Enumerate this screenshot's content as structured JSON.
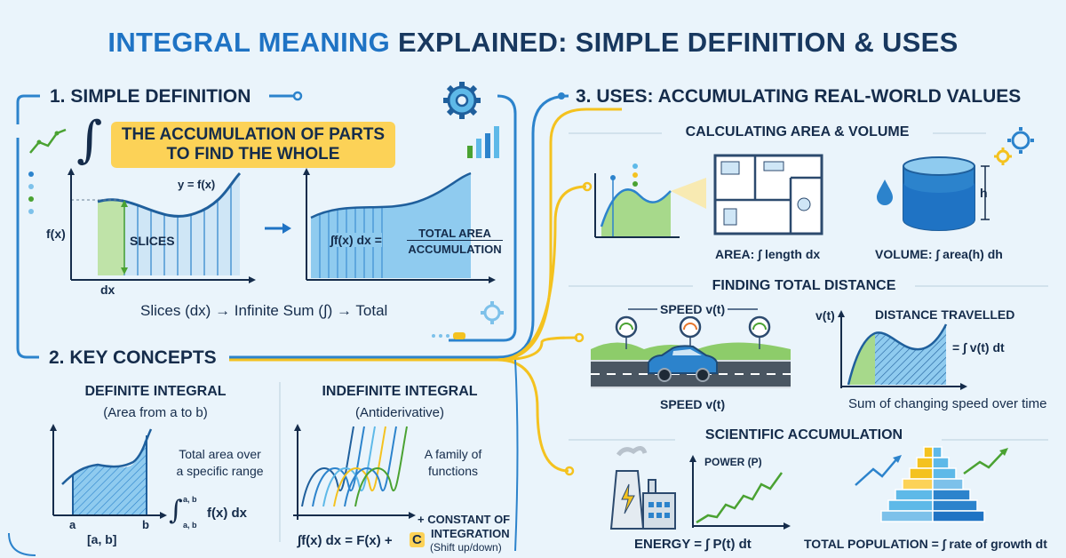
{
  "title": {
    "part1": "INTEGRAL MEANING",
    "part2": "EXPLAINED: SIMPLE DEFINITION & USES"
  },
  "section1": {
    "heading": "1. SIMPLE DEFINITION",
    "highlight_line1": "THE ACCUMULATION OF PARTS",
    "highlight_line2": "TO FIND THE WHOLE",
    "curve_label": "y = f(x)",
    "fx_label": "f(x)",
    "slices_label": "SLICES",
    "dx_label": "dx",
    "integral_expr": "∫f(x) dx =",
    "total_area": "TOTAL AREA",
    "accumulation": "ACCUMULATION",
    "flow": "Slices (dx) → Infinite Sum (∫) → Total"
  },
  "section2": {
    "heading": "2. KEY CONCEPTS",
    "definite": {
      "title": "DEFINITE INTEGRAL",
      "subtitle": "(Area from a to b)",
      "desc_line1": "Total area over",
      "desc_line2": "a specific range",
      "a": "a",
      "b": "b",
      "interval": "[a, b]",
      "upper": "a, b",
      "lower": "a, b",
      "expr": "f(x) dx"
    },
    "indefinite": {
      "title": "INDEFINITE INTEGRAL",
      "subtitle": "(Antiderivative)",
      "desc_line1": "A family of",
      "desc_line2": "functions",
      "plus_line1": "+ CONSTANT OF",
      "plus_line2": "INTEGRATION",
      "shift": "(Shift up/down)",
      "formula": "∫f(x) dx = F(x) +",
      "constant": "C"
    }
  },
  "section3": {
    "heading": "3. USES: ACCUMULATING REAL-WORLD VALUES",
    "area_volume": {
      "heading": "CALCULATING AREA & VOLUME",
      "area": "AREA: ∫ length dx",
      "volume": "VOLUME: ∫ area(h) dh",
      "h": "h"
    },
    "distance": {
      "heading": "FINDING TOTAL DISTANCE",
      "speed_top": "SPEED v(t)",
      "speed_bottom": "SPEED v(t)",
      "vt": "v(t)",
      "distance_travelled": "DISTANCE TRAVELLED",
      "formula": "= ∫ v(t) dt",
      "caption": "Sum of changing speed over time"
    },
    "scientific": {
      "heading": "SCIENTIFIC ACCUMULATION",
      "power": "POWER (P)",
      "energy": "ENERGY = ∫ P(t) dt",
      "population": "TOTAL POPULATION = ∫ rate of growth dt"
    }
  },
  "colors": {
    "navy": "#152c4b",
    "blue": "#1f73c4",
    "light_blue": "#7dc1ea",
    "yellow": "#fcd257",
    "green": "#5fb832"
  }
}
